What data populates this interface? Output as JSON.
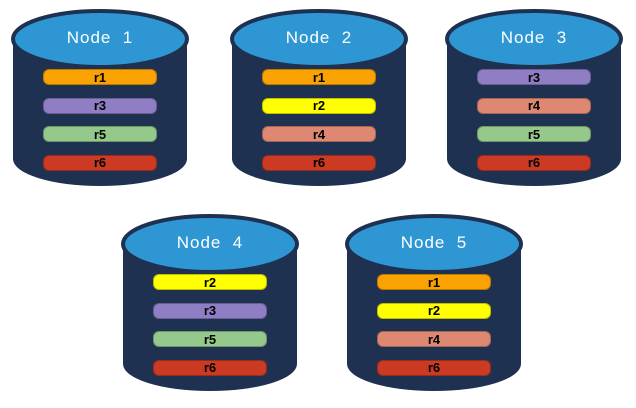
{
  "diagram": {
    "background": "#FFFFFF",
    "cylinder": {
      "body_color": "#1F3150",
      "top_color": "#2E96D3",
      "title_color": "#FFFFFF"
    },
    "bar_label_color": "#000000",
    "replica_colors": {
      "r1": "#F9A201",
      "r2": "#FFFF00",
      "r3": "#8F7EC3",
      "r4": "#DE8874",
      "r5": "#95C98C",
      "r6": "#CC3A23"
    },
    "nodes": [
      {
        "title": "Node  1",
        "bars": [
          {
            "label": "r1",
            "color": "#F9A201"
          },
          {
            "label": "r3",
            "color": "#8F7EC3"
          },
          {
            "label": "r5",
            "color": "#95C98C"
          },
          {
            "label": "r6",
            "color": "#CC3A23"
          }
        ]
      },
      {
        "title": "Node  2",
        "bars": [
          {
            "label": "r1",
            "color": "#F9A201"
          },
          {
            "label": "r2",
            "color": "#FFFF00"
          },
          {
            "label": "r4",
            "color": "#DE8874"
          },
          {
            "label": "r6",
            "color": "#CC3A23"
          }
        ]
      },
      {
        "title": "Node  3",
        "bars": [
          {
            "label": "r3",
            "color": "#8F7EC3"
          },
          {
            "label": "r4",
            "color": "#DE8874"
          },
          {
            "label": "r5",
            "color": "#95C98C"
          },
          {
            "label": "r6",
            "color": "#CC3A23"
          }
        ]
      },
      {
        "title": "Node  4",
        "bars": [
          {
            "label": "r2",
            "color": "#FFFF00"
          },
          {
            "label": "r3",
            "color": "#8F7EC3"
          },
          {
            "label": "r5",
            "color": "#95C98C"
          },
          {
            "label": "r6",
            "color": "#CC3A23"
          }
        ]
      },
      {
        "title": "Node  5",
        "bars": [
          {
            "label": "r1",
            "color": "#F9A201"
          },
          {
            "label": "r2",
            "color": "#FFFF00"
          },
          {
            "label": "r4",
            "color": "#DE8874"
          },
          {
            "label": "r6",
            "color": "#CC3A23"
          }
        ]
      }
    ]
  }
}
